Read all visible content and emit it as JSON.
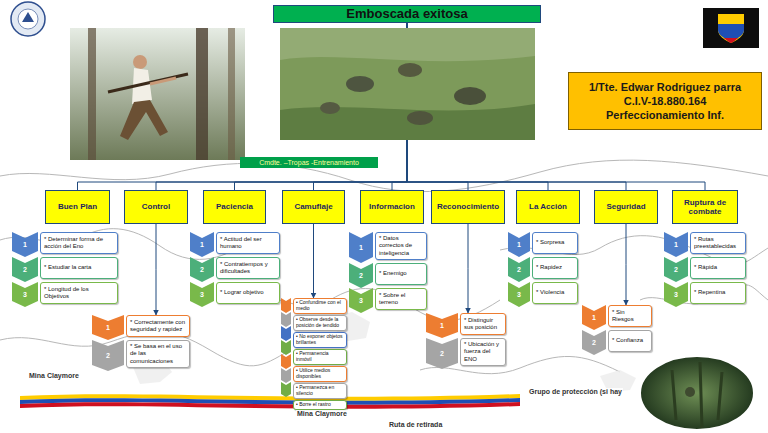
{
  "diagram": {
    "nodes": [
      {
        "text": [
          "Emboscada exitosa"
        ]
      },
      {
        "text": [
          "Cmdte. –Tropas -Entrenamiento"
        ]
      },
      {
        "text": [
          "1/Tte. Edwar Rodriguez parra",
          "C.I.V-18.880.164",
          "Perfeccionamiento Inf."
        ]
      },
      {
        "text": [
          "Buen Plan"
        ]
      },
      {
        "text": [
          "Control"
        ]
      },
      {
        "text": [
          "Paciencia"
        ]
      },
      {
        "text": [
          "Camuflaje"
        ]
      },
      {
        "text": [
          "Informacion"
        ]
      },
      {
        "text": [
          "Reconocimiento"
        ]
      },
      {
        "text": [
          "La Acción"
        ]
      },
      {
        "text": [
          "Seguridad"
        ]
      },
      {
        "text": [
          "Ruptura de combate"
        ]
      },
      {
        "text": [
          "1"
        ]
      },
      {
        "text": [
          "* Determinar forma de acción del Eno"
        ]
      },
      {
        "text": [
          "2"
        ]
      },
      {
        "text": [
          "* Estudiar la carta"
        ]
      },
      {
        "text": [
          "3"
        ]
      },
      {
        "text": [
          "* Longitud de los Objetivos"
        ]
      },
      {
        "text": [
          "1"
        ]
      },
      {
        "text": [
          "* Correctamente con seguridad y rapidez"
        ]
      },
      {
        "text": [
          "2"
        ]
      },
      {
        "text": [
          "* Se basa en el uso de las comunicaciones"
        ]
      },
      {
        "text": [
          "1"
        ]
      },
      {
        "text": [
          "* Actitud del ser humano"
        ]
      },
      {
        "text": [
          "2"
        ]
      },
      {
        "text": [
          "* Contratiempos y dificultades"
        ]
      },
      {
        "text": [
          "3"
        ]
      },
      {
        "text": [
          "* Lograr objetivo"
        ]
      },
      {
        "text": [
          "• Confundirse con el medio"
        ]
      },
      {
        "text": [
          "• Observe desde la posición de tendido"
        ]
      },
      {
        "text": [
          "• No exponer objetos brillantes"
        ]
      },
      {
        "text": [
          "• Permanencia inmóvil"
        ]
      },
      {
        "text": [
          "• Utilice medios disponibles"
        ]
      },
      {
        "text": [
          "• Permanezca en silencio"
        ]
      },
      {
        "text": [
          "• Borre el rastro"
        ]
      },
      {
        "text": [
          "1"
        ]
      },
      {
        "text": [
          "* Datos correctos de inteligencia"
        ]
      },
      {
        "text": [
          "2"
        ]
      },
      {
        "text": [
          "* Enemigo"
        ]
      },
      {
        "text": [
          "3"
        ]
      },
      {
        "text": [
          "* Sobre el terreno"
        ]
      },
      {
        "text": [
          "1"
        ]
      },
      {
        "text": [
          "* Distinguir sus posición"
        ]
      },
      {
        "text": [
          "2"
        ]
      },
      {
        "text": [
          "* Ubicación y fuerza del ENO"
        ]
      },
      {
        "text": [
          "1"
        ]
      },
      {
        "text": [
          "* Sorpresa"
        ]
      },
      {
        "text": [
          "2"
        ]
      },
      {
        "text": [
          "* Rapidez"
        ]
      },
      {
        "text": [
          "3"
        ]
      },
      {
        "text": [
          "* Violencia"
        ]
      },
      {
        "text": [
          "1"
        ]
      },
      {
        "text": [
          "* Sin Riesgos"
        ]
      },
      {
        "text": [
          "2"
        ]
      },
      {
        "text": [
          "* Confianza"
        ]
      },
      {
        "text": [
          "1"
        ]
      },
      {
        "text": [
          "* Rutas preestablecidas"
        ]
      },
      {
        "text": [
          "2"
        ]
      },
      {
        "text": [
          "* Rápida"
        ]
      },
      {
        "text": [
          "3"
        ]
      },
      {
        "text": [
          "* Repentina"
        ]
      }
    ],
    "edges": [
      {
        "from": 0,
        "to": 3,
        "arrow": "none"
      },
      {
        "from": 0,
        "to": 4,
        "arrow": "none"
      },
      {
        "from": 0,
        "to": 5,
        "arrow": "none"
      },
      {
        "from": 0,
        "to": 6,
        "arrow": "none"
      },
      {
        "from": 0,
        "to": 7,
        "arrow": "none"
      },
      {
        "from": 0,
        "to": 8,
        "arrow": "none"
      },
      {
        "from": 0,
        "to": 9,
        "arrow": "none"
      },
      {
        "from": 0,
        "to": 10,
        "arrow": "none"
      },
      {
        "from": 0,
        "to": 11,
        "arrow": "none"
      },
      {
        "from": 4,
        "to": 19,
        "arrow": "to"
      },
      {
        "from": 6,
        "to": 28,
        "arrow": "to"
      },
      {
        "from": 8,
        "to": 42,
        "arrow": "to"
      },
      {
        "from": 10,
        "to": 52,
        "arrow": "to"
      }
    ],
    "labels": [
      "Mina Claymore",
      "Mina Claymore",
      "Ruta de retirada",
      "Grupo de protección (si hay"
    ]
  }
}
